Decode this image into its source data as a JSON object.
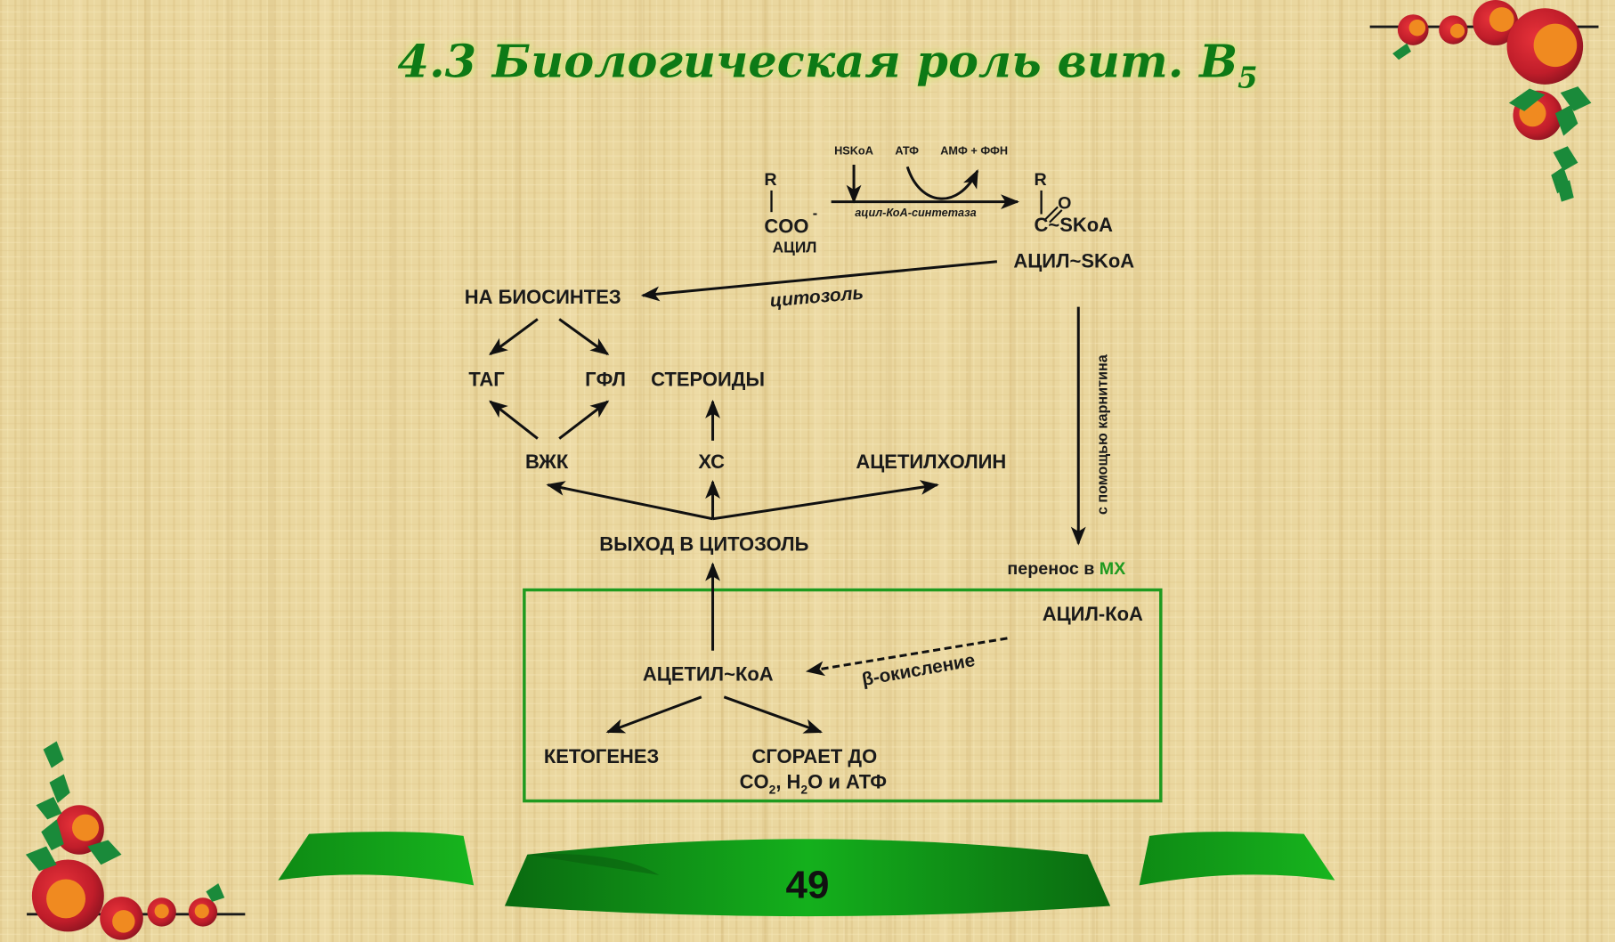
{
  "slide": {
    "title_main": "4.3 Биологическая роль вит. B",
    "title_sub": "5",
    "page_number": "49"
  },
  "reaction": {
    "substrate_r": "R",
    "substrate_group": "COO",
    "substrate_charge": "-",
    "substrate_name": "АЦИЛ",
    "cofactor_in": "HSKoA",
    "atp": "АТФ",
    "products_out": "АМФ + ФФН",
    "enzyme": "ацил-КоА-синтетаза",
    "product_r": "R",
    "product_o": "O",
    "product_group": "C~SKoA",
    "product_name": "АЦИЛ~SKoA"
  },
  "pathway": {
    "biosynthesis": "НА БИОСИНТЕЗ",
    "cytosol_label": "цитозоль",
    "tag": "ТАГ",
    "gfl": "ГФЛ",
    "steroids": "СТЕРОИДЫ",
    "vzhk": "ВЖК",
    "xc": "ХС",
    "acetylcholine": "АЦЕТИЛХОЛИН",
    "exit_cytosol": "ВЫХОД В ЦИТОЗОЛЬ",
    "carnitine_label": "с помощью карнитина",
    "transfer_prefix": "перенос в",
    "transfer_target": "МХ"
  },
  "mitochondria": {
    "acyl_coa": "АЦИЛ-КоА",
    "beta_oxidation": "β-окисление",
    "acetyl_coa": "АЦЕТИЛ~КоА",
    "ketogenesis": "КЕТОГЕНЕЗ",
    "burn_line1": "СГОРАЕТ ДО",
    "burn_co": "CO",
    "burn_sub1": "2",
    "burn_h": ", H",
    "burn_sub2": "2",
    "burn_rest": "O и АТФ"
  },
  "colors": {
    "accent_green": "#0f7a12",
    "box_green": "#1f9a1f",
    "ribbon_green": "#13a01a",
    "apple_red": "#c8202a",
    "apple_orange": "#f08a20",
    "leaf_green": "#1a8a3a"
  }
}
